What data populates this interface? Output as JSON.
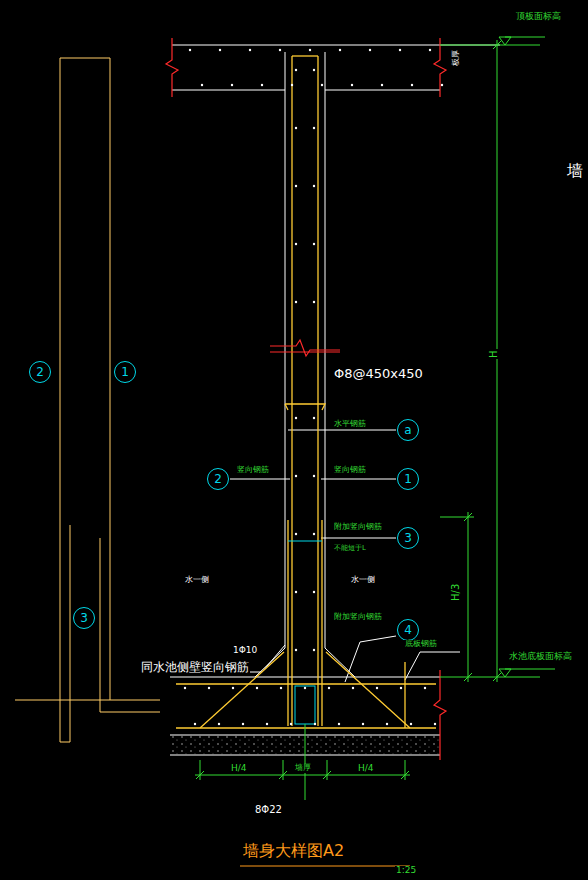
{
  "diagram": {
    "title": "墙身大样图A2",
    "nodes": [
      {
        "text": [
          "2"
        ]
      },
      {
        "text": [
          "1"
        ]
      },
      {
        "text": [
          "3"
        ]
      },
      {
        "text": [
          "a"
        ]
      },
      {
        "text": [
          "2"
        ]
      },
      {
        "text": [
          "1"
        ]
      },
      {
        "text": [
          "3"
        ]
      },
      {
        "text": [
          "4"
        ]
      }
    ],
    "labels": [
      "顶板面标高",
      "板厚",
      "H",
      "墙",
      "Φ8@450x450",
      "水平钢筋",
      "竖向钢筋",
      "竖向钢筋",
      "附加竖向钢筋",
      "不能短于L",
      "H/3",
      "水一侧",
      "水一侧",
      "附加竖向钢筋",
      "底板钢筋",
      "1Φ10",
      "同水池侧壁竖向钢筋",
      "水池底板面标高",
      "H/4",
      "墙厚",
      "H/4",
      "8Φ22",
      "1:25"
    ]
  }
}
